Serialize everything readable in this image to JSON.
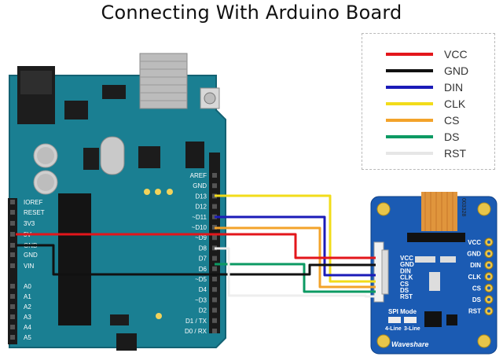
{
  "title": "Connecting With Arduino Board",
  "legend": [
    {
      "label": "VCC",
      "color": "#e3161b"
    },
    {
      "label": "GND",
      "color": "#111111"
    },
    {
      "label": "DIN",
      "color": "#1b1bb8"
    },
    {
      "label": "CLK",
      "color": "#f2dc1a"
    },
    {
      "label": "CS",
      "color": "#f3a32a"
    },
    {
      "label": "DS",
      "color": "#0c9a63"
    },
    {
      "label": "RST",
      "color": "#f4f4f4"
    }
  ],
  "arduino": {
    "pins_right": [
      "AREF",
      "GND",
      "D13",
      "D12",
      "~D11",
      "~D10",
      "~D9",
      "D8",
      "D7",
      "D6",
      "~D5",
      "D4",
      "~D3",
      "D2",
      "D1 / TX",
      "D0 / RX"
    ],
    "pins_left": [
      "IOREF",
      "RESET",
      "3V3",
      "5V",
      "GND",
      "GND",
      "VIN",
      "A0",
      "A1",
      "A2",
      "A3",
      "A4",
      "A5"
    ]
  },
  "module": {
    "connector_pins": [
      "VCC",
      "GND",
      "DIN",
      "CLK",
      "CS",
      "DS",
      "RST"
    ],
    "side_pins": [
      "VCC",
      "GND",
      "DIN",
      "CLK",
      "CS",
      "DS",
      "RST"
    ],
    "spi_label": "SPI Mode",
    "line4": "4-Line",
    "line3": "3-Line",
    "brand": "Waveshare",
    "part_code": "003328"
  },
  "colors": {
    "board": "#1a7f92",
    "board_dark": "#136273",
    "module": "#1b5bb3",
    "header": "#1a1a1a"
  }
}
